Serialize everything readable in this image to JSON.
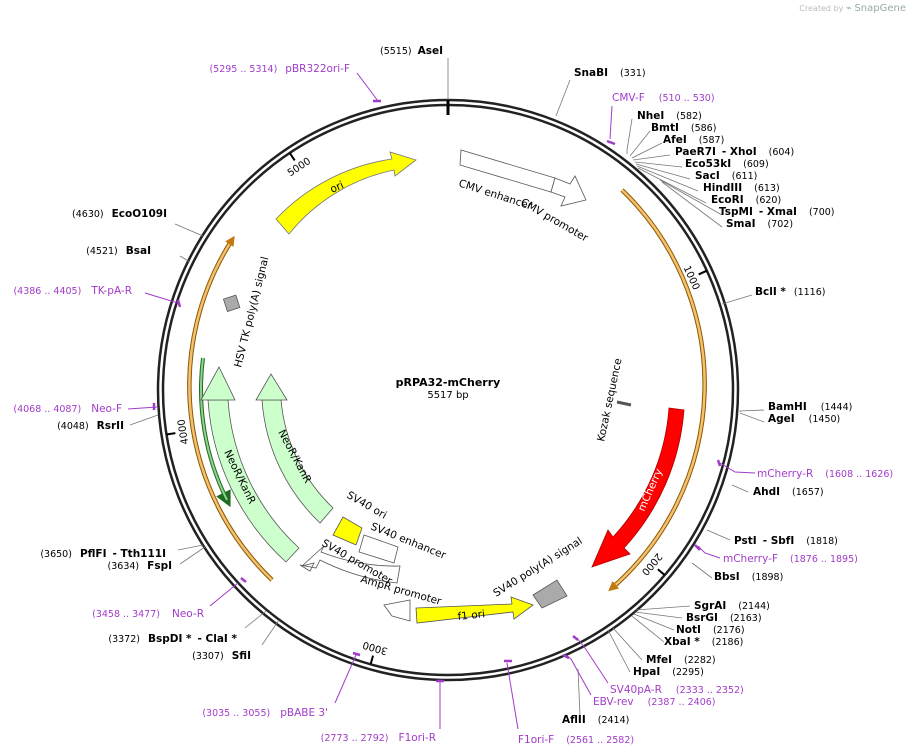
{
  "credit": {
    "prefix": "Created by",
    "brand": "SnapGene"
  },
  "plasmid": {
    "name": "pRPA32-mCherry",
    "size": "5517 bp",
    "length": 5517
  },
  "colors": {
    "primer": "#a13cc9",
    "ori": "#ffff00",
    "neo": "#ccffcc",
    "mcherry": "#ff0000",
    "grey": "#aaaaaa",
    "orange": "#f5a623",
    "green": "#2e8b2e"
  },
  "ticks": [
    {
      "pos": 1000,
      "label": "1000"
    },
    {
      "pos": 2000,
      "label": "2000"
    },
    {
      "pos": 3000,
      "label": "3000"
    },
    {
      "pos": 4000,
      "label": "4000"
    },
    {
      "pos": 5000,
      "label": "5000"
    }
  ],
  "features": {
    "cmv_enhancer": "CMV enhancer",
    "cmv_promoter": "CMV promoter",
    "ori": "ori",
    "hsv_tk": "HSV TK poly(A) signal",
    "kozak": "Kozak sequence",
    "mcherry": "mCherry",
    "neo_outer": "NeoR/KanR",
    "neo_inner": "NeoR/KanR",
    "sv40_ori": "SV40 ori",
    "sv40_enhancer": "SV40 enhancer",
    "sv40_promoter": "SV40 promoter",
    "ampr_promoter": "AmpR promoter",
    "sv40_polya": "SV40 poly(A) signal",
    "f1_ori": "f1 ori"
  },
  "sites": [
    {
      "num": "(5515)",
      "name": "AseI"
    },
    {
      "num": "(331)",
      "name": "SnaBI"
    },
    {
      "num": "(582)",
      "name": "NheI"
    },
    {
      "num": "(586)",
      "name": "BmtI"
    },
    {
      "num": "(587)",
      "name": "AfeI"
    },
    {
      "num": "(604)",
      "name": "PaeR7I",
      "name2": "- XhoI"
    },
    {
      "num": "(609)",
      "name": "Eco53kI"
    },
    {
      "num": "(611)",
      "name": "SacI"
    },
    {
      "num": "(613)",
      "name": "HindIII"
    },
    {
      "num": "(620)",
      "name": "EcoRI"
    },
    {
      "num": "(700)",
      "name": "TspMI",
      "name2": "- XmaI"
    },
    {
      "num": "(702)",
      "name": "SmaI"
    },
    {
      "num": "(1116)",
      "name": "BclI *"
    },
    {
      "num": "(1444)",
      "name": "BamHI"
    },
    {
      "num": "(1450)",
      "name": "AgeI"
    },
    {
      "num": "(1657)",
      "name": "AhdI"
    },
    {
      "num": "(1818)",
      "name": "PstI",
      "name2": "- SbfI"
    },
    {
      "num": "(1898)",
      "name": "BbsI"
    },
    {
      "num": "(2144)",
      "name": "SgrAI"
    },
    {
      "num": "(2163)",
      "name": "BsrGI"
    },
    {
      "num": "(2176)",
      "name": "NotI"
    },
    {
      "num": "(2186)",
      "name": "XbaI *"
    },
    {
      "num": "(2282)",
      "name": "MfeI"
    },
    {
      "num": "(2295)",
      "name": "HpaI"
    },
    {
      "num": "(2414)",
      "name": "AflII"
    },
    {
      "num": "(3307)",
      "name": "SfiI"
    },
    {
      "num": "(3372)",
      "name": "BspDI *",
      "name2": "- ClaI *"
    },
    {
      "num": "(3634)",
      "name": "FspI"
    },
    {
      "num": "(3650)",
      "name": "PflFI",
      "name2": "- Tth111I"
    },
    {
      "num": "(4048)",
      "name": "RsrII"
    },
    {
      "num": "(4521)",
      "name": "BsaI"
    },
    {
      "num": "(4630)",
      "name": "EcoO109I"
    }
  ],
  "primers": [
    {
      "name": "pBR322ori-F",
      "range": "(5295 .. 5314)"
    },
    {
      "name": "CMV-F",
      "range": "(510 .. 530)"
    },
    {
      "name": "mCherry-R",
      "range": "(1608 .. 1626)"
    },
    {
      "name": "mCherry-F",
      "range": "(1876 .. 1895)"
    },
    {
      "name": "SV40pA-R",
      "range": "(2333 .. 2352)"
    },
    {
      "name": "EBV-rev",
      "range": "(2387 .. 2406)"
    },
    {
      "name": "F1ori-F",
      "range": "(2561 .. 2582)"
    },
    {
      "name": "F1ori-R",
      "range": "(2773 .. 2792)"
    },
    {
      "name": "pBABE 3'",
      "range": "(3035 .. 3055)"
    },
    {
      "name": "Neo-R",
      "range": "(3458 .. 3477)"
    },
    {
      "name": "Neo-F",
      "range": "(4068 .. 4087)"
    },
    {
      "name": "TK-pA-R",
      "range": "(4386 .. 4405)"
    }
  ]
}
